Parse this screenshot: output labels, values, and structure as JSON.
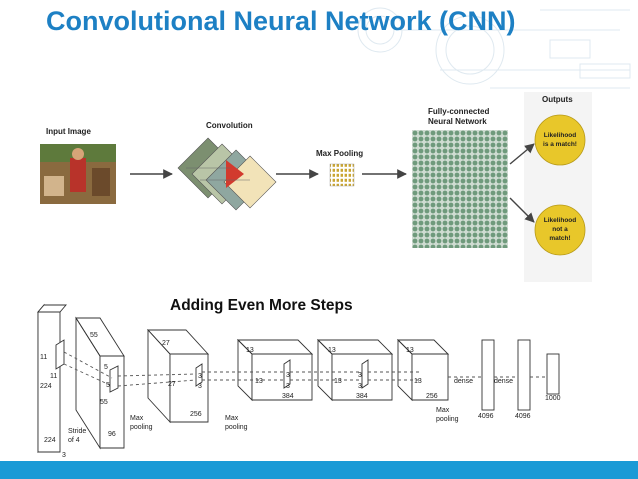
{
  "slide": {
    "title": "Convolutional Neural Network (CNN)",
    "subtitle": "Adding Even More Steps"
  },
  "top_diagram": {
    "input_label": "Input Image",
    "convolution_label": "Convolution",
    "max_pooling_label": "Max Pooling",
    "fc_label_line1": "Fully-connected",
    "fc_label_line2": "Neural Network",
    "outputs_label": "Outputs",
    "output_match": [
      "Likelihood",
      "is a match!"
    ],
    "output_no_match": [
      "Likelihood",
      "not a",
      "match!"
    ],
    "colors": {
      "output_circle": "#e8c72a",
      "fc_grid": "#6f9a7c",
      "arrow": "#444444"
    }
  },
  "bottom_diagram": {
    "input": {
      "dims": [
        "224",
        "224"
      ],
      "depth": "3",
      "kernel": [
        "11",
        "11"
      ],
      "stride": [
        "Stride",
        "of 4"
      ]
    },
    "conv1": {
      "size": "55",
      "side": "55",
      "depth": "96",
      "kernel": [
        "5",
        "5"
      ]
    },
    "pool_labels": [
      "Max",
      "pooling"
    ],
    "conv2": {
      "size": "27",
      "side": "27",
      "depth": "256",
      "kernel": [
        "3",
        "3"
      ]
    },
    "conv3": {
      "size": "13",
      "side": "13",
      "depth": "384",
      "kernel": [
        "3",
        "3"
      ]
    },
    "conv4": {
      "size": "13",
      "side": "13",
      "depth": "384",
      "kernel": [
        "3",
        "3"
      ]
    },
    "conv5": {
      "size": "13",
      "side": "13",
      "depth": "256"
    },
    "dense_labels": [
      "dense",
      "dense"
    ],
    "dense_sizes": [
      "4096",
      "4096",
      "1000"
    ]
  }
}
